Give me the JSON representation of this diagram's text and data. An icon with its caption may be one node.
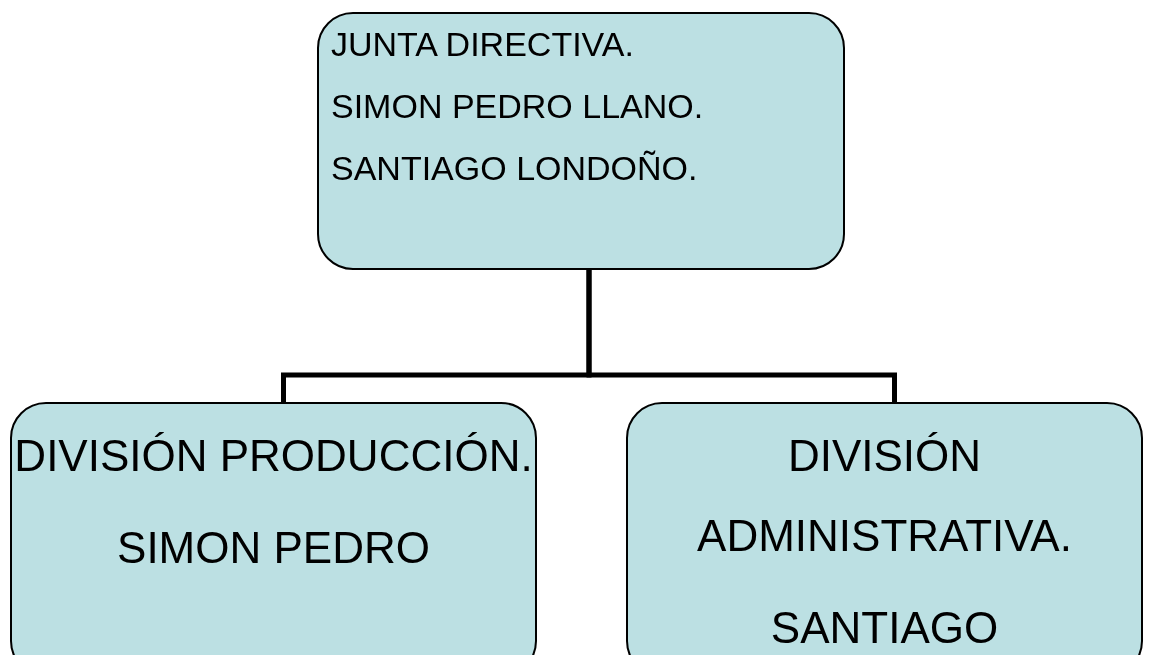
{
  "diagram": {
    "nodes": [
      {
        "text": [
          "JUNTA DIRECTIVA.",
          "SIMON PEDRO LLANO.",
          "SANTIAGO LONDOÑO."
        ]
      },
      {
        "text": [
          "DIVISIÓN PRODUCCIÓN.",
          "SIMON PEDRO"
        ]
      },
      {
        "text": [
          "DIVISIÓN ADMINISTRATIVA.",
          "SANTIAGO"
        ]
      }
    ],
    "edges": [
      {
        "from": 0,
        "to": 1,
        "arrow": "none"
      },
      {
        "from": 0,
        "to": 2,
        "arrow": "none"
      }
    ]
  }
}
